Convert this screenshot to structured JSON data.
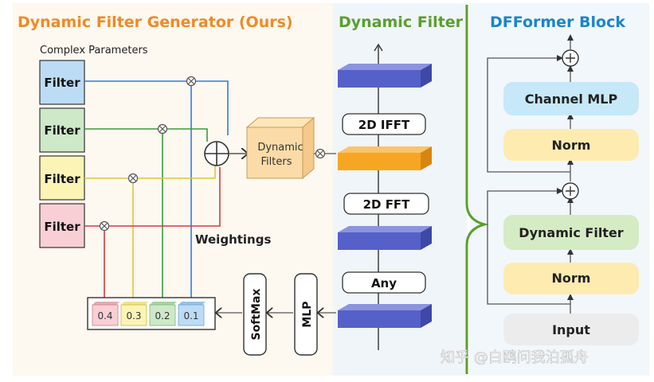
{
  "sections": {
    "generator_title": "Dynamic Filter Generator (Ours)",
    "filter_title": "Dynamic Filter",
    "block_title": "DFFormer Block"
  },
  "generator": {
    "complex_params_label": "Complex Parameters",
    "filters": [
      {
        "label": "Filter",
        "color": "#bcdcf5",
        "line": "#2e7fd6"
      },
      {
        "label": "Filter",
        "color": "#cde9c8",
        "line": "#3e9a3a"
      },
      {
        "label": "Filter",
        "color": "#fbf4b5",
        "line": "#e0c43a"
      },
      {
        "label": "Filter",
        "color": "#f8cfd4",
        "line": "#d43a3a"
      }
    ],
    "dynamic_filters_label_line1": "Dynamic",
    "dynamic_filters_label_line2": "Filters",
    "weightings_label": "Weightings",
    "weights": [
      "0.4",
      "0.3",
      "0.2",
      "0.1"
    ],
    "softmax_label": "SoftMax",
    "mlp_label": "MLP"
  },
  "dynamic_filter": {
    "ops": [
      "2D IFFT",
      "2D FFT",
      "Any"
    ]
  },
  "block": {
    "channel_mlp": "Channel MLP",
    "norm_top": "Norm",
    "dynamic_filter": "Dynamic Filter",
    "norm_bottom": "Norm",
    "input": "Input"
  },
  "watermark": "知乎 @白鸥问我泊孤舟",
  "colors": {
    "orange": "#f08a24",
    "green": "#5aa02c",
    "blue": "#1a86c8",
    "cube_blue": "#5561c9",
    "cube_orange": "#f6a623"
  }
}
